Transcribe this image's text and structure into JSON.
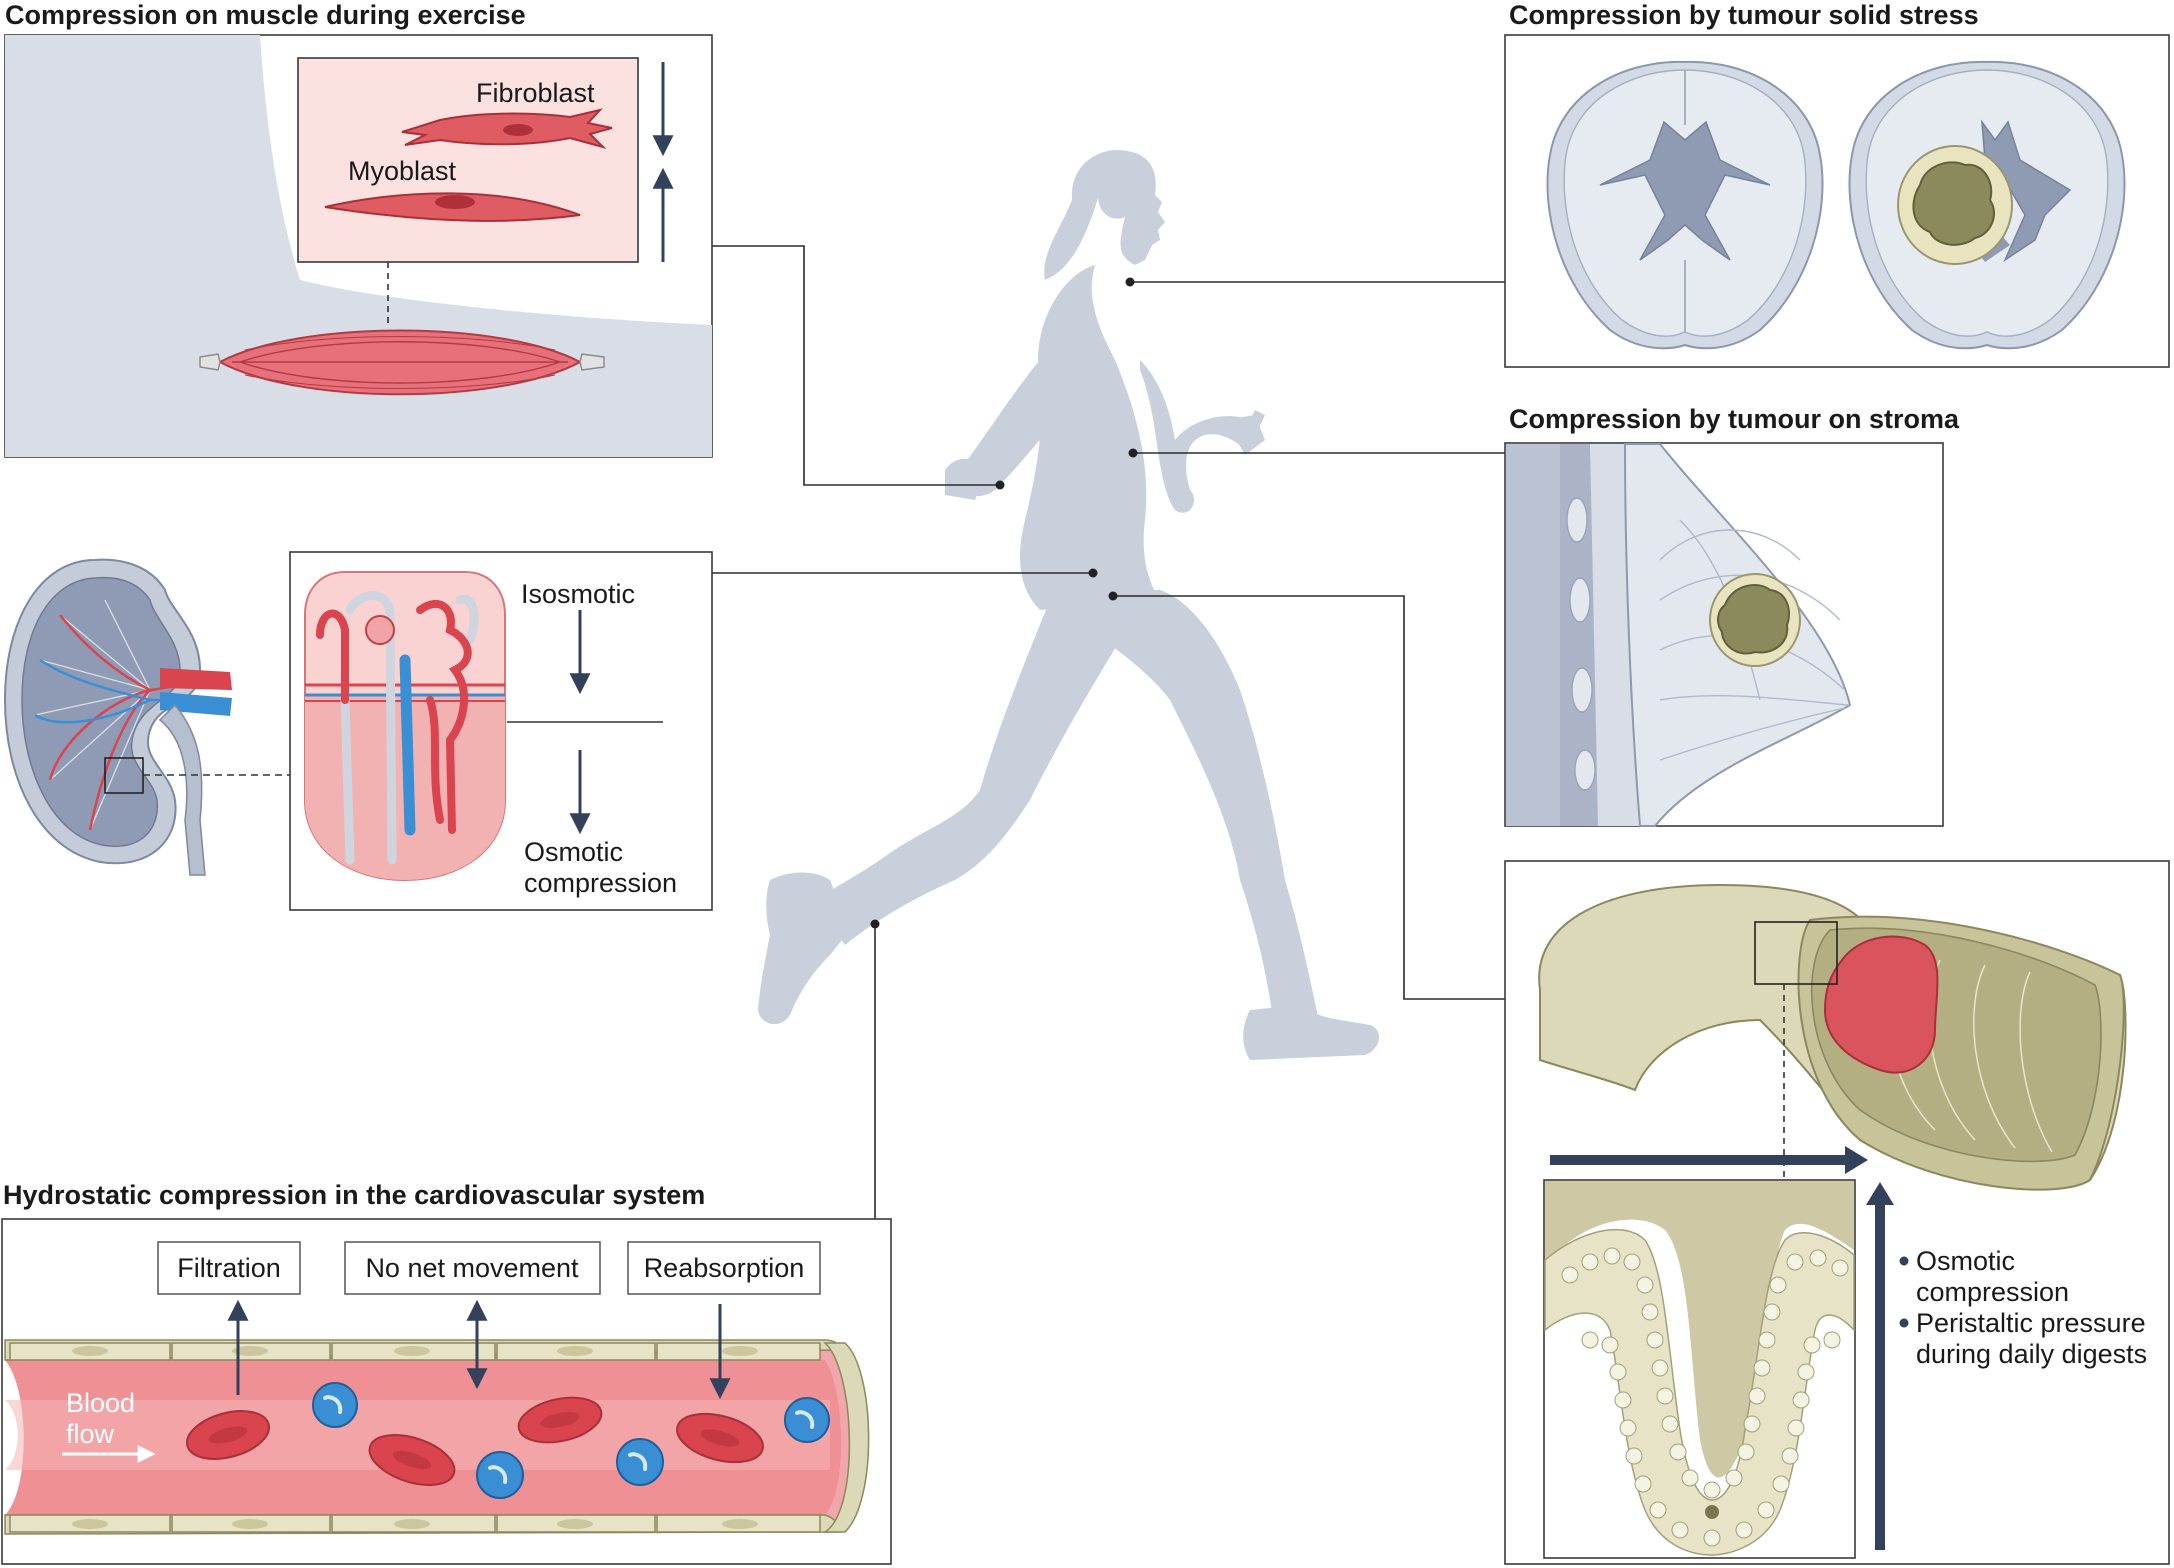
{
  "panels": {
    "muscle": {
      "title": "Compression on muscle during exercise",
      "fibroblast_label": "Fibroblast",
      "myoblast_label": "Myoblast"
    },
    "brain": {
      "title": "Compression by tumour solid stress"
    },
    "stroma": {
      "title": "Compression by tumour on stroma"
    },
    "kidney": {
      "isosmotic_label": "Isosmotic",
      "osmotic_label_line1": "Osmotic",
      "osmotic_label_line2": "compression"
    },
    "intestine": {
      "bullets": [
        {
          "line1": "Osmotic",
          "line2": "compression"
        },
        {
          "line1": "Peristaltic pressure",
          "line2": "during daily digests"
        }
      ]
    },
    "vessel": {
      "title": "Hydrostatic compression in the cardiovascular system",
      "boxes": [
        "Filtration",
        "No net movement",
        "Reabsorption"
      ],
      "blood_flow_line1": "Blood",
      "blood_flow_line2": "flow"
    }
  },
  "colors": {
    "silhouette": "#c9d0dc",
    "muscle_red": "#d9545c",
    "vessel_blue": "#3a8fd4",
    "tissue_beige": "#dcd9b8",
    "tumour": "#8a8a5c",
    "navy_arrow": "#33415c"
  }
}
